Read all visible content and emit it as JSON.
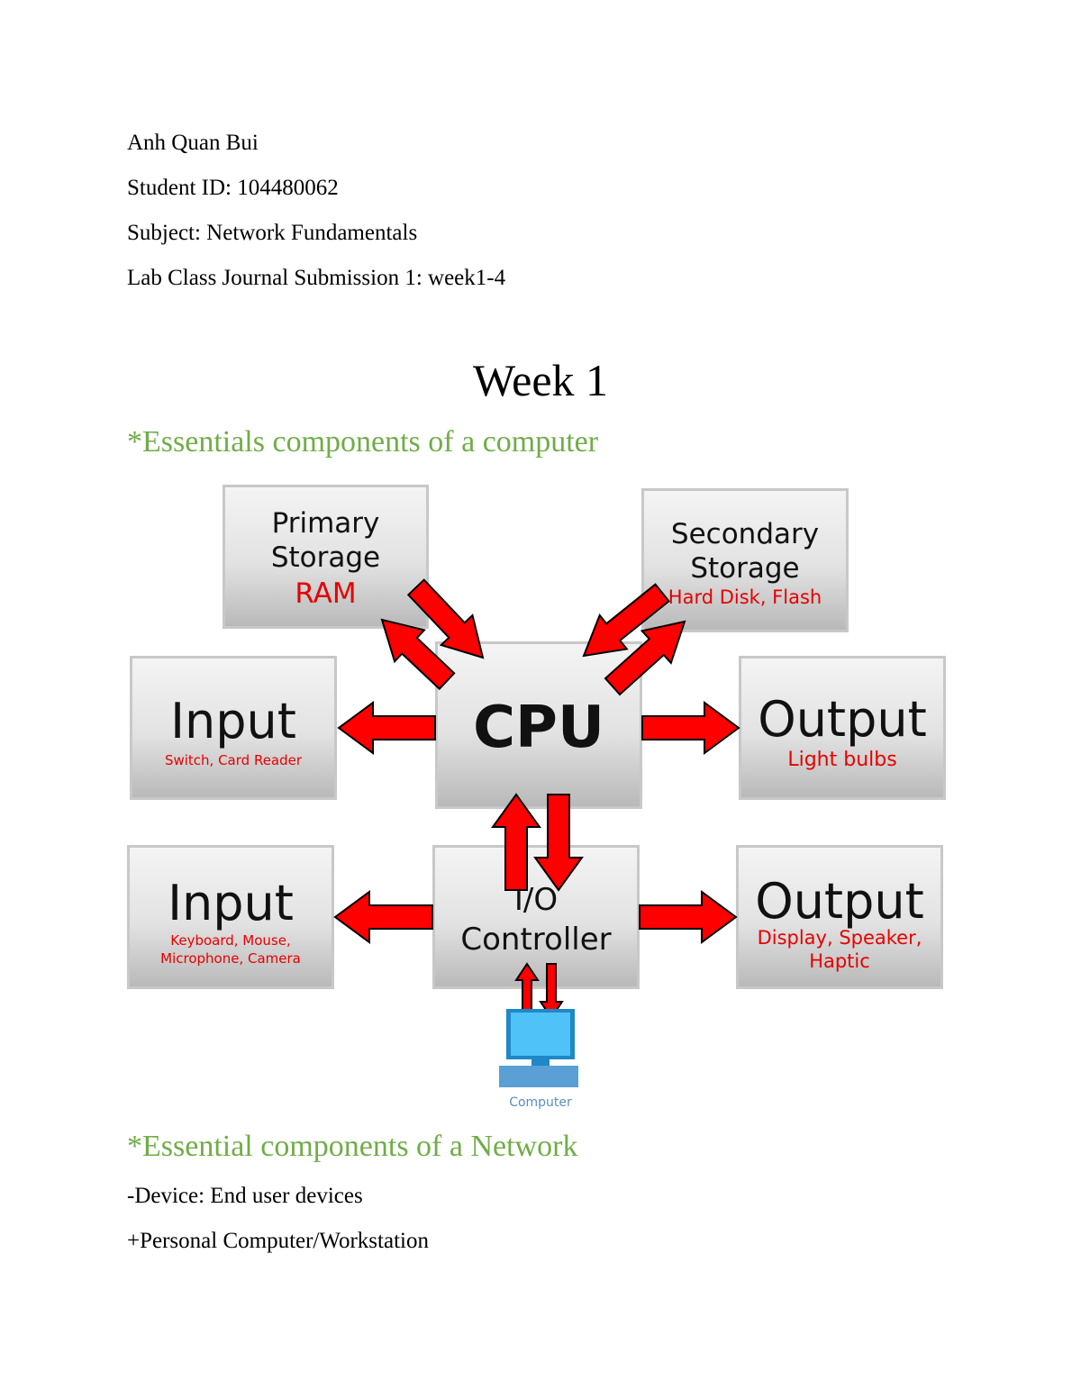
{
  "header": {
    "name": "Anh Quan Bui",
    "student_id": "Student ID: 104480062",
    "subject": "Subject: Network Fundamentals",
    "submission": "Lab Class Journal Submission 1: week1-4"
  },
  "week_title": "Week 1",
  "section1_title": "*Essentials components of a computer",
  "diagram": {
    "primary": {
      "line1": "Primary",
      "line2": "Storage",
      "sub": "RAM"
    },
    "secondary": {
      "line1": "Secondary",
      "line2": "Storage",
      "sub": "Hard Disk, Flash"
    },
    "input1": {
      "title": "Input",
      "sub": "Switch, Card Reader"
    },
    "cpu": {
      "title": "CPU"
    },
    "output1": {
      "title": "Output",
      "sub": "Light bulbs"
    },
    "input2": {
      "title": "Input",
      "sub1": "Keyboard, Mouse,",
      "sub2": "Microphone, Camera"
    },
    "io": {
      "line1": "I/O",
      "line2": "Controller"
    },
    "output2": {
      "title": "Output",
      "sub1": "Display, Speaker,",
      "sub2": "Haptic"
    },
    "computer_label": "Computer",
    "colors": {
      "arrow": "#ff0000",
      "label_red": "#e60000",
      "monitor": "#4fc3f7"
    }
  },
  "section2_title": "*Essential components of a Network",
  "body": {
    "line1": "-Device: End user devices",
    "line2": "+Personal Computer/Workstation"
  }
}
